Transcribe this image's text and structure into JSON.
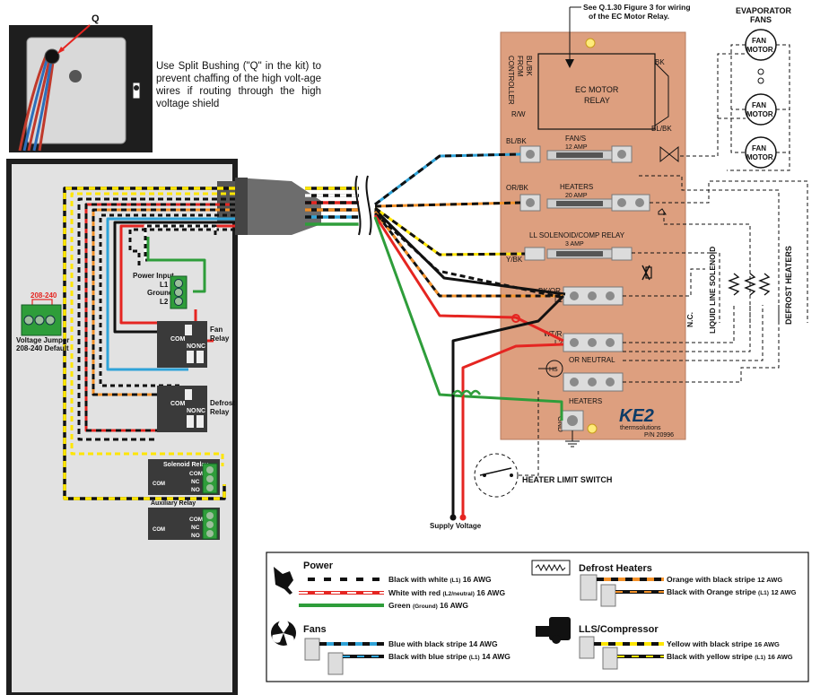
{
  "photo": {
    "callout": "Q",
    "instruction": "Use Split Bushing (\"Q\" in the kit) to prevent chaffing of the high volt-age wires if routing through the high voltage shield"
  },
  "top_note": [
    "See Q.1.30 Figure 3 for wiring",
    "of the EC Motor Relay."
  ],
  "evaporator": {
    "title1": "EVAPORATOR",
    "title2": "FANS",
    "fan_label1": "FAN",
    "fan_label2": "MOTOR"
  },
  "board": {
    "from_controller": [
      "BL/BK",
      "FROM",
      "CONTROLLER"
    ],
    "relay_label": [
      "EC MOTOR",
      "RELAY"
    ],
    "bk": "BK",
    "rw": "R/W",
    "blbk_right": "BL/BK",
    "terms": {
      "blbk": "BL/BK",
      "orbk": "OR/BK",
      "ybk": "Y/BK",
      "bkor": "BK/OR",
      "l1": "L1",
      "wtr": "WT/R",
      "l2": "L2",
      "hs": "HS",
      "or_neutral": "OR NEUTRAL",
      "heaters": "HEATERS",
      "gnd": "GND"
    },
    "fuses": {
      "fans": [
        "FAN/S",
        "12 AMP"
      ],
      "heaters": [
        "HEATERS",
        "20 AMP"
      ],
      "lls": [
        "LL SOLENOID/COMP RELAY",
        "3 AMP"
      ]
    },
    "logo": "KE2",
    "logo_sub": "thermsolutions",
    "part_number": "P/N 20996"
  },
  "right_labels": {
    "nc": "N.C.",
    "lls": "LIQUID LINE SOLENOID",
    "defrost": "DEFROST HEATERS"
  },
  "heater_limit": "HEATER LIMIT SWITCH",
  "supply_voltage": "Supply Voltage",
  "controller": {
    "jumper_value": "208-240",
    "jumper_label1": "Voltage Jumper",
    "jumper_label2": "208-240 Default",
    "power_input": "Power Input",
    "l1": "L1",
    "ground": "Ground",
    "l2": "L2",
    "com": "COM",
    "no": "NO",
    "nc": "NC",
    "fan_relay": [
      "Fan",
      "Relay"
    ],
    "defrost_relay": [
      "Defrost",
      "Relay"
    ],
    "solenoid_relay": "Solenoid Relay",
    "aux_relay": "Auxiliary Relay"
  },
  "legend": {
    "power_title": "Power",
    "power_items": [
      {
        "name": "Black with white",
        "note": "(L1)",
        "gauge": "16 AWG"
      },
      {
        "name": "White with red",
        "note": "(L2/neutral)",
        "gauge": "16 AWG"
      },
      {
        "name": "Green",
        "note": "(Ground)",
        "gauge": "16 AWG"
      }
    ],
    "fans_title": "Fans",
    "fans_items": [
      {
        "name": "Blue with black stripe",
        "gauge": "14 AWG"
      },
      {
        "name": "Black with blue stripe",
        "note": "(L1)",
        "gauge": "14 AWG"
      }
    ],
    "defrost_title": "Defrost Heaters",
    "defrost_items": [
      {
        "name": "Orange with black stripe",
        "gauge": "12 AWG"
      },
      {
        "name": "Black with Orange stripe",
        "note": "(L1)",
        "gauge": "12 AWG"
      }
    ],
    "lls_title": "LLS/Compressor",
    "lls_items": [
      {
        "name": "Yellow with black stripe",
        "gauge": "16 AWG"
      },
      {
        "name": "Black with yellow stripe",
        "note": "(L1)",
        "gauge": "16 AWG"
      }
    ]
  },
  "colors": {
    "board": "#dd9f7f",
    "black": "#111111",
    "yellow": "#ffe600",
    "red": "#e52521",
    "blue": "#2fa3d8",
    "green": "#2e9d3a",
    "orange": "#f39129",
    "panel": "#e2e2e2"
  }
}
